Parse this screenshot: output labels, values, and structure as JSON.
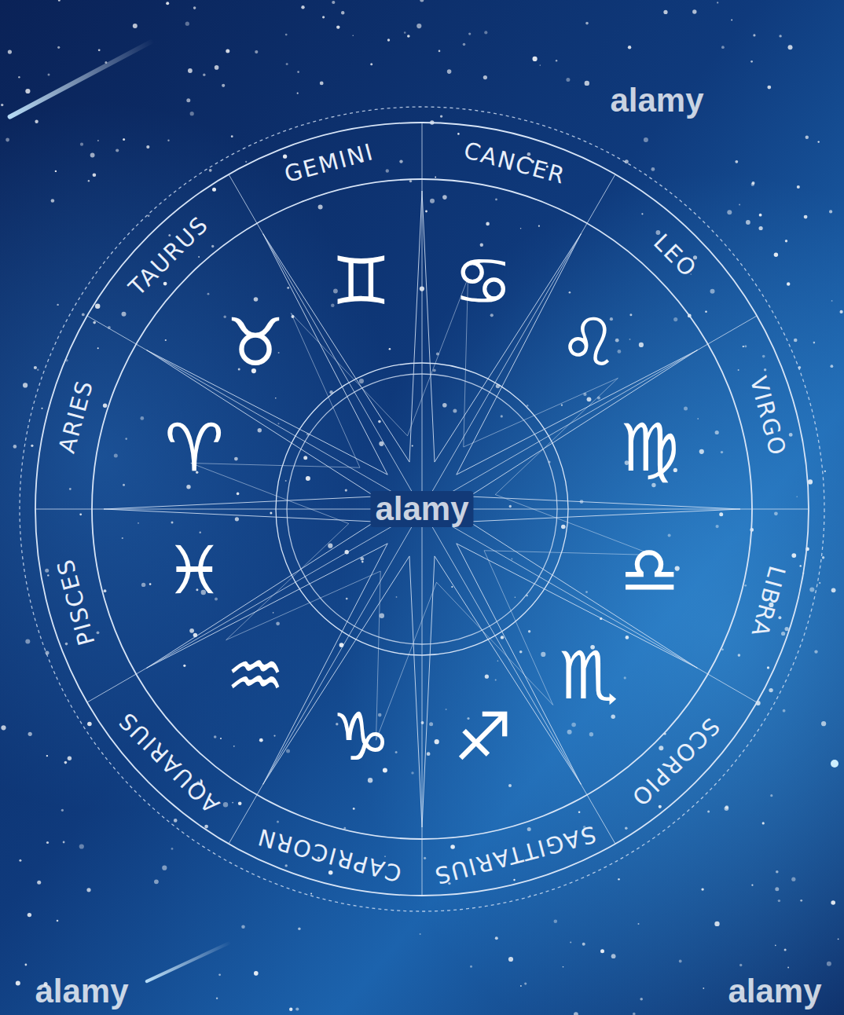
{
  "diagram": {
    "labels": [
      "CANCER",
      "LEO",
      "VIRGO",
      "LIBRA",
      "SCORPIO",
      "SAGITTARIUS",
      "CAPRICORN",
      "AQUARIUS",
      "PISCES",
      "ARIES",
      "TAURUS",
      "GEMINI",
      "♋",
      "♌",
      "♍",
      "♎",
      "♏",
      "♐",
      "♑",
      "♒",
      "♓",
      "♈",
      "♉",
      "♊",
      "alamy",
      "alamy",
      "alamy",
      "alamy"
    ]
  }
}
